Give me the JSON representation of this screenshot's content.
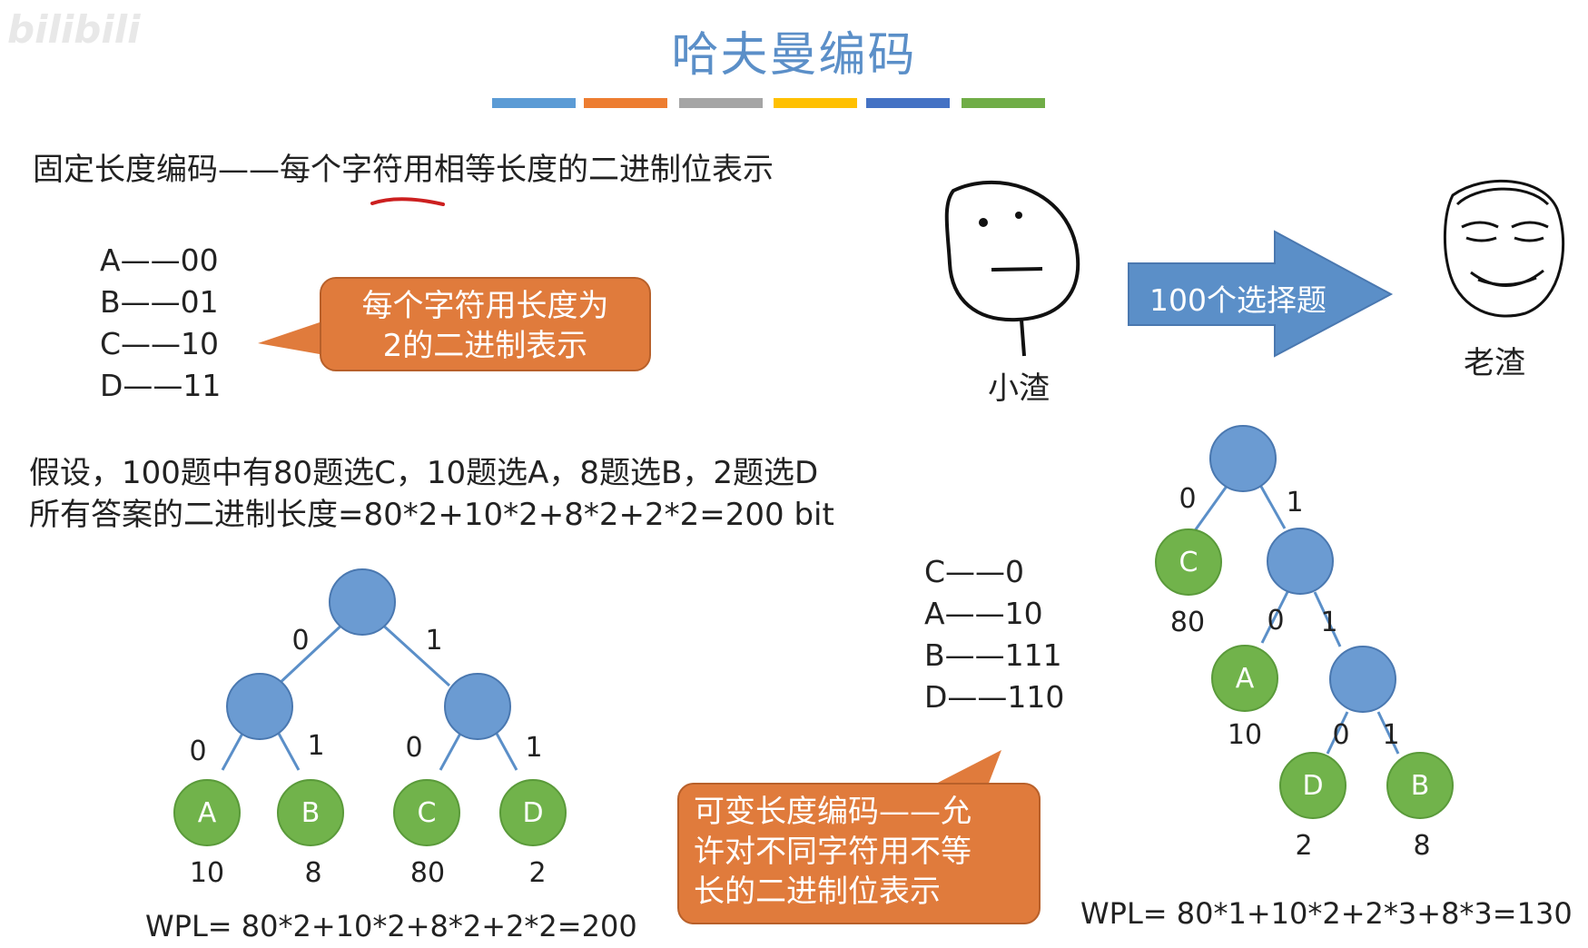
{
  "watermark": "bilibili",
  "title": "哈夫曼编码",
  "colors": {
    "title": "#5b8fc8",
    "internal_node": "#6b9bd2",
    "leaf_node": "#71b34b",
    "callout": "#e07b3c",
    "arrow": "#5b8fc8",
    "underline": "#cc1f1f",
    "bars": [
      "#5b9bd5",
      "#ed7d31",
      "#a5a5a5",
      "#ffc000",
      "#4472c4",
      "#70ad47"
    ]
  },
  "fixed": {
    "definition": "固定长度编码——每个字符用相等长度的二进制位表示",
    "codes": [
      "A——00",
      "B——01",
      "C——10",
      "D——11"
    ],
    "callout": [
      "每个字符用长度为",
      "2的二进制表示"
    ],
    "assumption": "假设，100题中有80题选C，10题选A，8题选B，2题选D",
    "length": "所有答案的二进制长度=80*2+10*2+8*2+2*2=200 bit",
    "tree": {
      "root_edges": [
        "0",
        "1"
      ],
      "left_edges": [
        "0",
        "1"
      ],
      "right_edges": [
        "0",
        "1"
      ],
      "leaves": [
        {
          "letter": "A",
          "weight": "10"
        },
        {
          "letter": "B",
          "weight": "8"
        },
        {
          "letter": "C",
          "weight": "80"
        },
        {
          "letter": "D",
          "weight": "2"
        }
      ]
    },
    "wpl": "WPL= 80*2+10*2+8*2+2*2=200"
  },
  "story": {
    "left_face_label": "小渣",
    "arrow_text": "100个选择题",
    "right_face_label": "老渣"
  },
  "variable": {
    "codes": [
      "C——0",
      "A——10",
      "B——111",
      "D——110"
    ],
    "callout": [
      "可变长度编码——允",
      "许对不同字符用不等",
      "长的二进制位表示"
    ],
    "tree": {
      "edges": [
        "0",
        "1",
        "0",
        "1",
        "0",
        "1"
      ],
      "leaves": [
        {
          "letter": "C",
          "weight": "80"
        },
        {
          "letter": "A",
          "weight": "10"
        },
        {
          "letter": "D",
          "weight": "2"
        },
        {
          "letter": "B",
          "weight": "8"
        }
      ]
    },
    "wpl": "WPL= 80*1+10*2+2*3+8*3=130"
  }
}
